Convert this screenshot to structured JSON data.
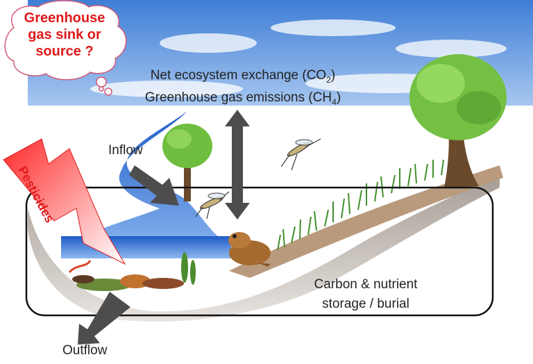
{
  "cloud_bubble": {
    "lines": [
      "Greenhouse",
      "gas sink or",
      "source ?"
    ]
  },
  "flux": {
    "line1_text": "Net ecosystem exchange (CO",
    "line1_sub": "2",
    "line2_text": "Greenhouse gas emissions (CH",
    "line2_sub": "4",
    "close": ")"
  },
  "inflow_label": "Inflow",
  "outflow_label": "Outflow",
  "pesticides_label": "Pesticides",
  "storage": {
    "line1": "Carbon & nutrient",
    "line2": "storage / burial"
  },
  "colors": {
    "sky": "#5f93d6",
    "water": "#2f6fd0",
    "arrow": "#4d4d4d",
    "alert_red": "#e0191b",
    "soil": "#8c7c6e",
    "tree_green": "#74c043"
  },
  "icons": [
    "cloud-bubble-icon",
    "lightning-bolt-icon",
    "tree-icon",
    "mosquito-icon",
    "frog-icon",
    "reed-plant-icon"
  ]
}
